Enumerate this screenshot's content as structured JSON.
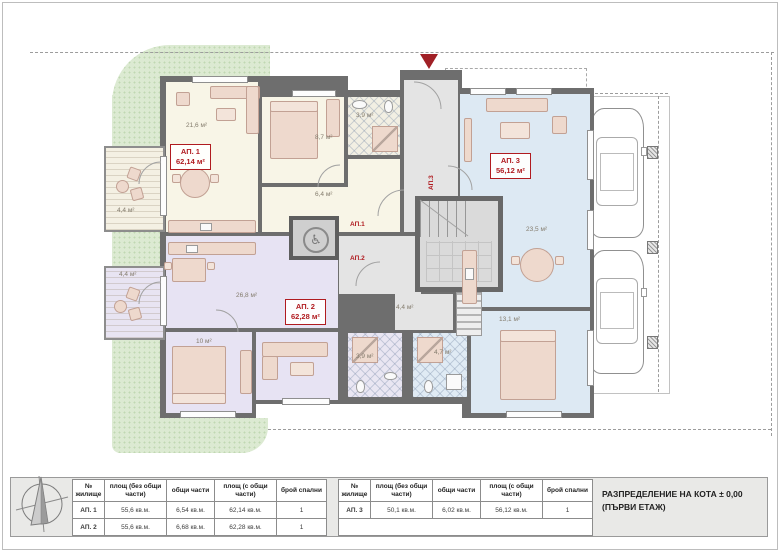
{
  "colors": {
    "accent_red": "#b01b20",
    "ap1_fill": "#f8f5e7",
    "ap2_fill": "#e7e3f3",
    "ap3_fill": "#dde9f3",
    "green": "#dcead2",
    "wall": "#6e6e6e"
  },
  "icons": {
    "wheelchair": "♿"
  },
  "plan": {
    "apartment_boxes": [
      {
        "name": "АП. 1",
        "area": "62,14 м²"
      },
      {
        "name": "АП. 2",
        "area": "62,28 м²"
      },
      {
        "name": "АП. 3",
        "area": "56,12 м²"
      }
    ],
    "door_labels": [
      "АП.1",
      "АП.2",
      "АП.3"
    ],
    "room_areas": {
      "ap1_living": "21,6 м²",
      "ap1_bedroom": "8,7 м²",
      "ap1_bath": "3,9 м²",
      "ap1_hall": "6,4 м²",
      "terrace_1": "4,4 м²",
      "terrace_2": "4,4 м²",
      "ap2_living": "26,8 м²",
      "ap2_bedroom": "10 м²",
      "ap2_bath": "3,9 м²",
      "ap3_living": "23,5 м²",
      "ap3_bedroom": "13,1 м²",
      "ap3_bath": "4,7 м²",
      "ap3_hall": "4,4 м²"
    }
  },
  "legend": {
    "title_line1": "РАЗПРЕДЕЛЕНИЕ НА КОТА ± 0,00",
    "title_line2": "(ПЪРВИ ЕТАЖ)",
    "tables": [
      {
        "headers": [
          "№ жилище",
          "площ (без общи части)",
          "общи части",
          "площ (с общи части)",
          "брой спални"
        ],
        "rows": [
          [
            "АП. 1",
            "55,6 кв.м.",
            "6,54 кв.м.",
            "62,14 кв.м.",
            "1"
          ],
          [
            "АП. 2",
            "55,6 кв.м.",
            "6,68 кв.м.",
            "62,28 кв.м.",
            "1"
          ]
        ]
      },
      {
        "headers": [
          "№ жилище",
          "площ (без общи части)",
          "общи части",
          "площ (с общи части)",
          "брой спални"
        ],
        "rows": [
          [
            "АП. 3",
            "50,1 кв.м.",
            "6,02 кв.м.",
            "56,12 кв.м.",
            "1"
          ]
        ]
      }
    ]
  }
}
